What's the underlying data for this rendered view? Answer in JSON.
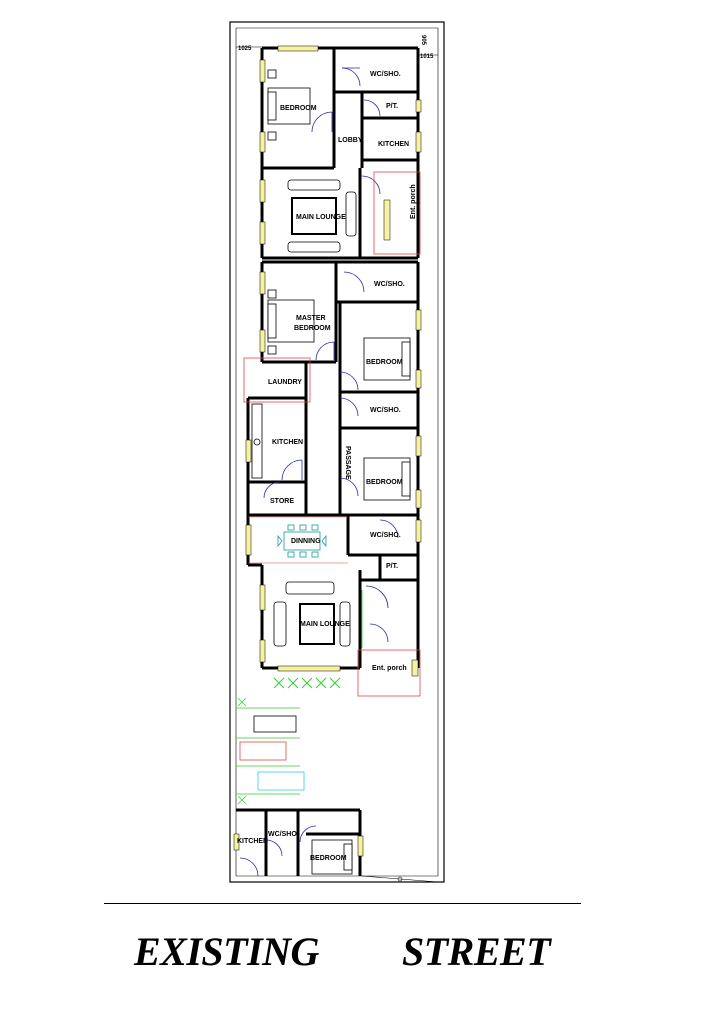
{
  "dimensions": {
    "left_setback": "1025",
    "right_setback": "1015",
    "top_setback": "905"
  },
  "upper_unit": {
    "bedroom": "BEDROOM",
    "wc": "WC/SHO.",
    "pt": "P/T.",
    "lobby": "LOBBY",
    "kitchen": "KITCHEN",
    "lounge": "MAIN LOUNGE",
    "porch": "Ent. porch"
  },
  "lower_unit": {
    "wc1": "WC/SHO.",
    "master": "MASTER",
    "master2": "BEDROOM",
    "bedroom1": "BEDROOM",
    "laundry": "LAUNDRY",
    "wc2": "WC/SHO.",
    "kitchen": "KITCHEN",
    "passage": "PASSAGE",
    "bedroom2": "BEDROOM",
    "store": "STORE",
    "wc3": "WC/SHO.",
    "dining": "DINNING",
    "pt": "P/T.",
    "lounge": "MAIN LOUNGE",
    "porch": "Ent. porch"
  },
  "annex": {
    "kitchen": "KITCHEN",
    "wc": "WC/SHO.",
    "bedroom": "BEDROOM"
  },
  "street": {
    "word1": "EXISTING",
    "word2": "STREET"
  },
  "colors": {
    "wall": "#000000",
    "window": "#f6f3a0",
    "door": "#2a2aa8",
    "porch": "#e04848",
    "car_green": "#33cc33",
    "car_red": "#e04848",
    "car_cyan": "#33ccee",
    "dining": "#1a9a9a"
  }
}
